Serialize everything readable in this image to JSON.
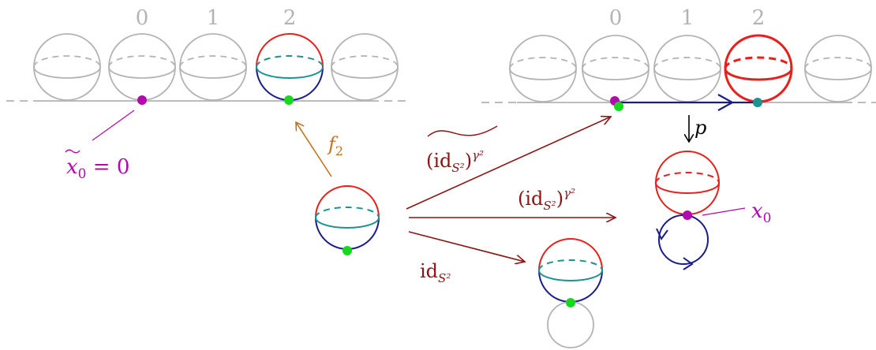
{
  "colors": {
    "gray": "#b3b3b3",
    "red": "#e8201b",
    "navy": "#1a1c8a",
    "teal": "#1b9391",
    "green": "#19d61f",
    "purple": "#b30aae",
    "orange": "#c0731b",
    "darkred": "#8b1414",
    "black": "#000000"
  },
  "diagram": {
    "left_indices": [
      "0",
      "1",
      "2"
    ],
    "right_indices": [
      "0",
      "1",
      "2"
    ],
    "labels": {
      "x0_tilde_base": "x",
      "x0_tilde_sub": "0",
      "x0_tilde_rest": " = 0",
      "f2_base": "f",
      "f2_sub": "2",
      "lifted_map_text": "(id",
      "lifted_map_sub": "S²",
      "lifted_map_close": ")",
      "lifted_map_sup": "γ²",
      "map_text": "(id",
      "map_sub": "S²",
      "map_close": ")",
      "map_sup": "γ²",
      "id_text": "id",
      "id_sub": "S²",
      "p_label": "p",
      "x0_base": "x",
      "x0_sub": "0"
    }
  }
}
